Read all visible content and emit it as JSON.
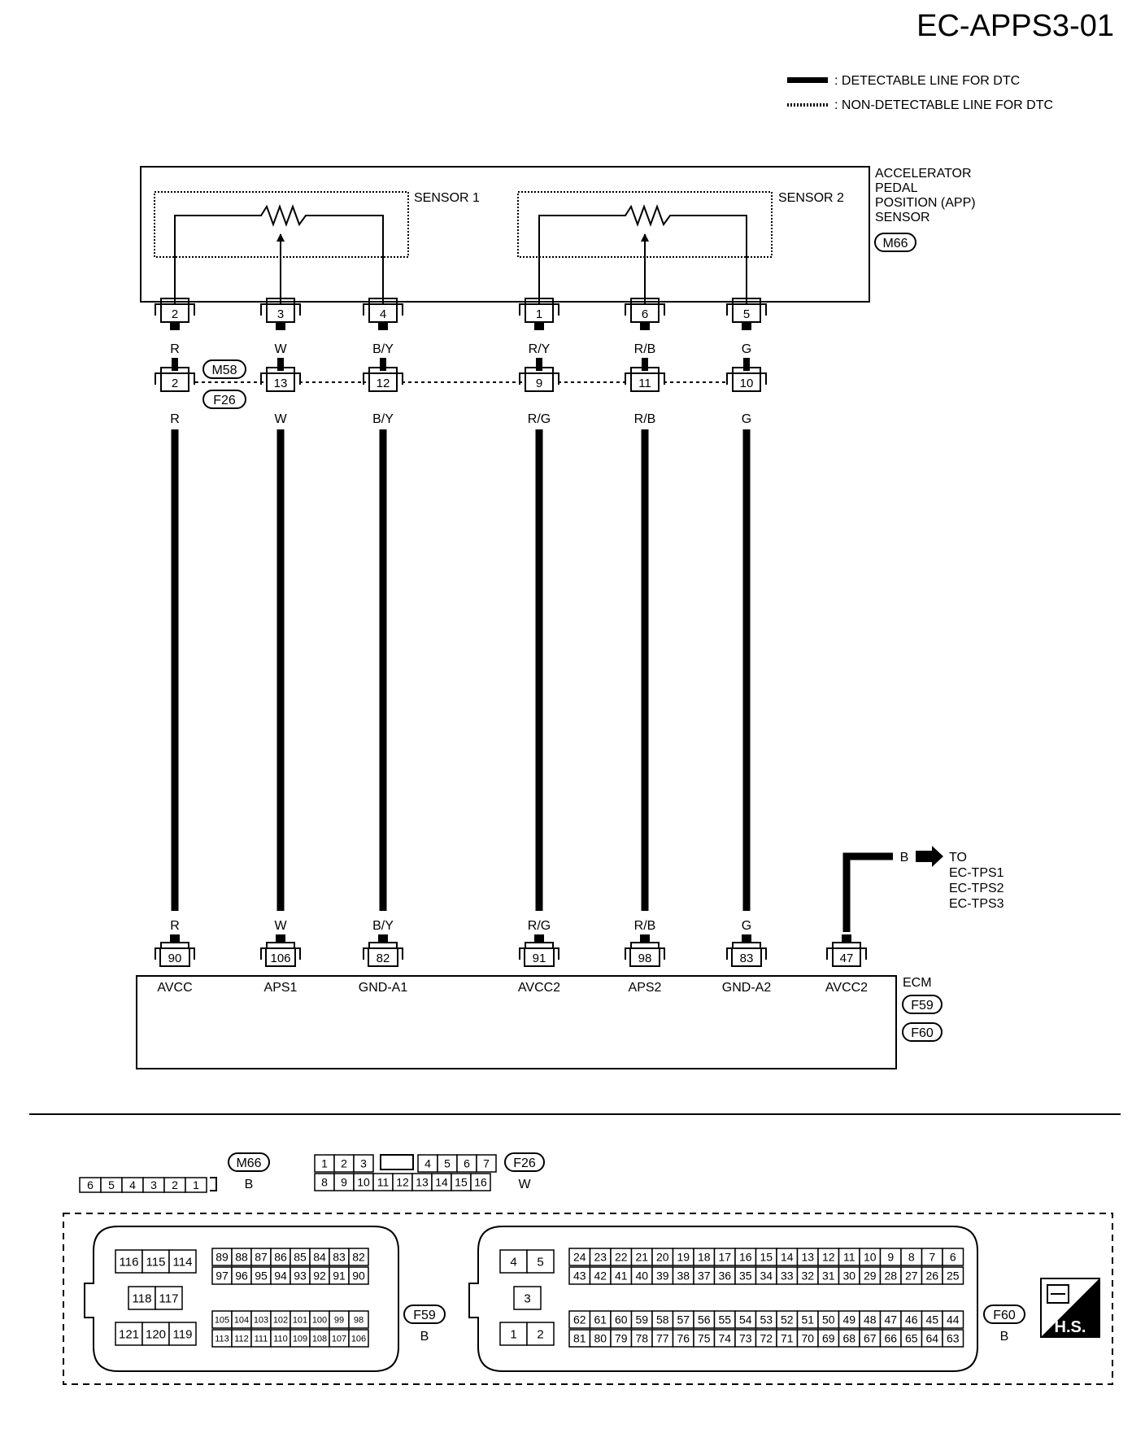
{
  "title": "EC-APPS3-01",
  "legend": {
    "detectable": ": DETECTABLE LINE FOR DTC",
    "non_detectable": ": NON-DETECTABLE LINE FOR DTC"
  },
  "sensor": {
    "name_lines": [
      "ACCELERATOR",
      "PEDAL",
      "POSITION (APP)",
      "SENSOR"
    ],
    "connector": "M66",
    "sensor1": "SENSOR 1",
    "sensor2": "SENSOR 2"
  },
  "wires": [
    {
      "app_pin": "2",
      "color_top": "R",
      "jc_pin": "2",
      "color_mid": "R",
      "color_bot": "R",
      "ecm_pin": "90",
      "ecm_label": "AVCC"
    },
    {
      "app_pin": "3",
      "color_top": "W",
      "jc_pin": "13",
      "color_mid": "W",
      "color_bot": "W",
      "ecm_pin": "106",
      "ecm_label": "APS1"
    },
    {
      "app_pin": "4",
      "color_top": "B/Y",
      "jc_pin": "12",
      "color_mid": "B/Y",
      "color_bot": "B/Y",
      "ecm_pin": "82",
      "ecm_label": "GND-A1"
    },
    {
      "app_pin": "1",
      "color_top": "R/Y",
      "jc_pin": "9",
      "color_mid": "R/G",
      "color_bot": "R/G",
      "ecm_pin": "91",
      "ecm_label": "AVCC2"
    },
    {
      "app_pin": "6",
      "color_top": "R/B",
      "jc_pin": "11",
      "color_mid": "R/B",
      "color_bot": "R/B",
      "ecm_pin": "98",
      "ecm_label": "APS2"
    },
    {
      "app_pin": "5",
      "color_top": "G",
      "jc_pin": "10",
      "color_mid": "G",
      "color_bot": "G",
      "ecm_pin": "83",
      "ecm_label": "GND-A2"
    }
  ],
  "joint_connectors": [
    "M58",
    "F26"
  ],
  "ecm": {
    "name": "ECM",
    "connectors": [
      "F59",
      "F60"
    ],
    "extra_pin": "47",
    "extra_label": "AVCC2",
    "extra_color": "B",
    "to_color": "B",
    "to_lines": [
      "TO",
      "EC-TPS1",
      "EC-TPS2",
      "EC-TPS3"
    ]
  },
  "connector_views": {
    "m66": {
      "id": "M66",
      "color": "B",
      "pins": [
        "6",
        "5",
        "4",
        "3",
        "2",
        "1"
      ]
    },
    "f26": {
      "id": "F26",
      "color": "W",
      "row1a": [
        "1",
        "2",
        "3"
      ],
      "row1b": [
        "4",
        "5",
        "6",
        "7"
      ],
      "row2": [
        "8",
        "9",
        "10",
        "11",
        "12",
        "13",
        "14",
        "15",
        "16"
      ]
    },
    "f59": {
      "id": "F59",
      "color": "B",
      "grp_a": [
        "116",
        "115",
        "114"
      ],
      "grp_b": [
        "118",
        "117"
      ],
      "grp_c": [
        "121",
        "120",
        "119"
      ],
      "row1": [
        "89",
        "88",
        "87",
        "86",
        "85",
        "84",
        "83",
        "82"
      ],
      "row2": [
        "97",
        "96",
        "95",
        "94",
        "93",
        "92",
        "91",
        "90"
      ],
      "row3": [
        "105",
        "104",
        "103",
        "102",
        "101",
        "100",
        "99",
        "98"
      ],
      "row4": [
        "113",
        "112",
        "111",
        "110",
        "109",
        "108",
        "107",
        "106"
      ]
    },
    "f60": {
      "id": "F60",
      "color": "B",
      "grp_a": [
        "4",
        "5"
      ],
      "grp_b": [
        "3"
      ],
      "grp_c": [
        "1",
        "2"
      ],
      "row1": [
        "24",
        "23",
        "22",
        "21",
        "20",
        "19",
        "18",
        "17",
        "16",
        "15",
        "14",
        "13",
        "12",
        "11",
        "10",
        "9",
        "8",
        "7",
        "6"
      ],
      "row2": [
        "43",
        "42",
        "41",
        "40",
        "39",
        "38",
        "37",
        "36",
        "35",
        "34",
        "33",
        "32",
        "31",
        "30",
        "29",
        "28",
        "27",
        "26",
        "25"
      ],
      "row3": [
        "62",
        "61",
        "60",
        "59",
        "58",
        "57",
        "56",
        "55",
        "54",
        "53",
        "52",
        "51",
        "50",
        "49",
        "48",
        "47",
        "46",
        "45",
        "44"
      ],
      "row4": [
        "81",
        "80",
        "79",
        "78",
        "77",
        "76",
        "75",
        "74",
        "73",
        "72",
        "71",
        "70",
        "69",
        "68",
        "67",
        "66",
        "65",
        "64",
        "63"
      ]
    },
    "hs_label": "H.S."
  }
}
